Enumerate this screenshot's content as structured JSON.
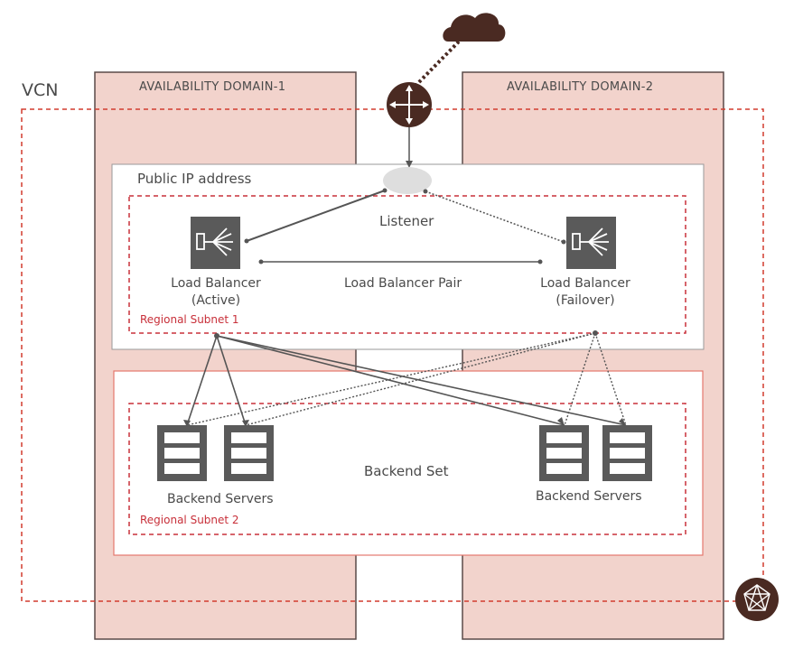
{
  "diagram": {
    "vcn_label": "VCN",
    "availability_domain_1": "AVAILABILITY DOMAIN-1",
    "availability_domain_2": "AVAILABILITY DOMAIN-2",
    "public_ip_label": "Public IP address",
    "listener_label": "Listener",
    "lb_active_line1": "Load Balancer",
    "lb_active_line2": "(Active)",
    "lb_pair_label": "Load Balancer Pair",
    "lb_failover_line1": "Load Balancer",
    "lb_failover_line2": "(Failover)",
    "regional_subnet_1": "Regional Subnet 1",
    "backend_set_label": "Backend Set",
    "backend_servers_left": "Backend Servers",
    "backend_servers_right": "Backend Servers",
    "regional_subnet_2": "Regional Subnet 2"
  },
  "icons": {
    "cloud": "cloud-icon",
    "router": "router-icon",
    "load_balancer": "load-balancer-icon",
    "server": "server-icon",
    "network": "network-icon"
  },
  "colors": {
    "domain_fill": "#f2d3cc",
    "domain_border": "#5a4a48",
    "vcn_border": "#d23c2f",
    "subnet_border": "#c8303a",
    "icon_dark": "#5a5a5a",
    "accent_brown": "#4a2a22"
  }
}
